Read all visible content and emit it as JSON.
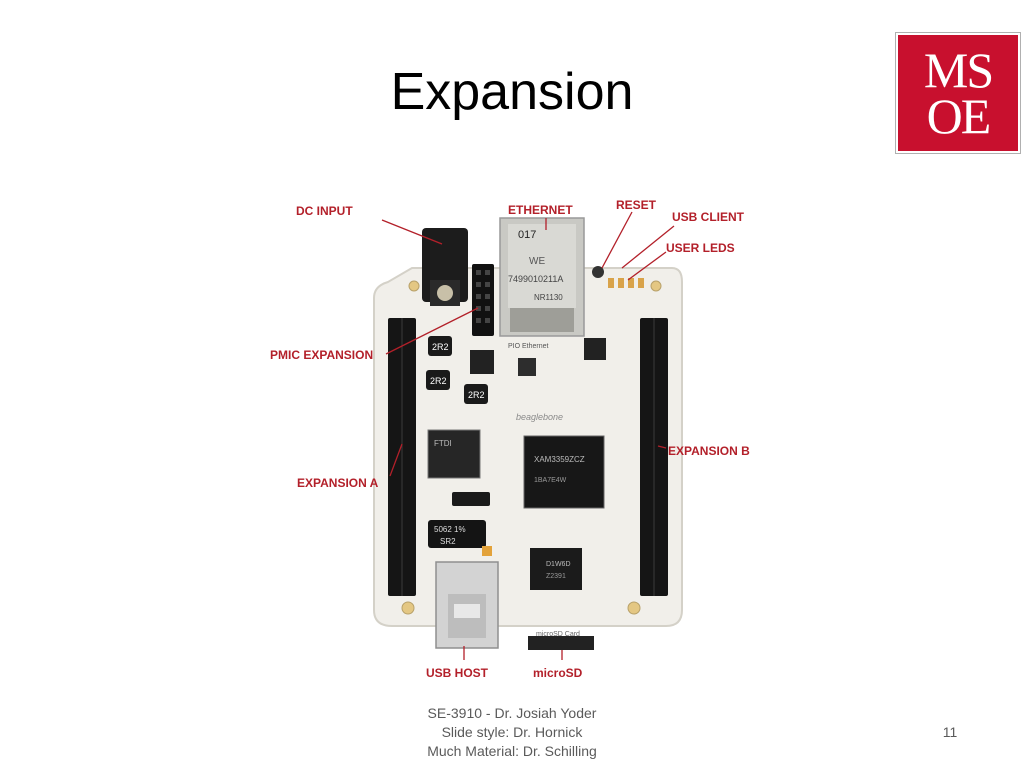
{
  "slide": {
    "title": "Expansion",
    "logo": {
      "line1": "MS",
      "line2": "OE",
      "color": "#c8102e"
    },
    "labels": {
      "dc_input": "DC INPUT",
      "ethernet": "ETHERNET",
      "reset": "RESET",
      "usb_client": "USB CLIENT",
      "user_leds": "USER LEDS",
      "pmic_expansion": "PMIC EXPANSION",
      "expansion_a": "EXPANSION A",
      "expansion_b": "EXPANSION B",
      "usb_host": "USB HOST",
      "microsd": "microSD"
    },
    "board_text": {
      "ethernet_code": "017",
      "ethernet_we": "WE",
      "ethernet_part": "7499010211A",
      "ethernet_nr": "NR1130",
      "pio_ethernet": "PIO   Ethernet",
      "inductor_1": "2R2",
      "inductor_2": "2R2",
      "inductor_3": "2R2",
      "brand": "beaglebone",
      "cpu_text": "XAM3359ZCZ",
      "cpu_text2": "1BA7E4W",
      "ftdi_text": "FTDI",
      "resistor_text": "5062 1%",
      "resistor_text2": "SR2",
      "mem_text": "D1W6D",
      "mem_text2": "Z2391",
      "microsd_card": "microSD Card"
    },
    "footer": {
      "line1": "SE-3910  - Dr. Josiah Yoder",
      "line2": "Slide style: Dr. Hornick",
      "line3": "Much Material: Dr. Schilling"
    },
    "page_number": "11",
    "label_color": "#b3202a"
  }
}
